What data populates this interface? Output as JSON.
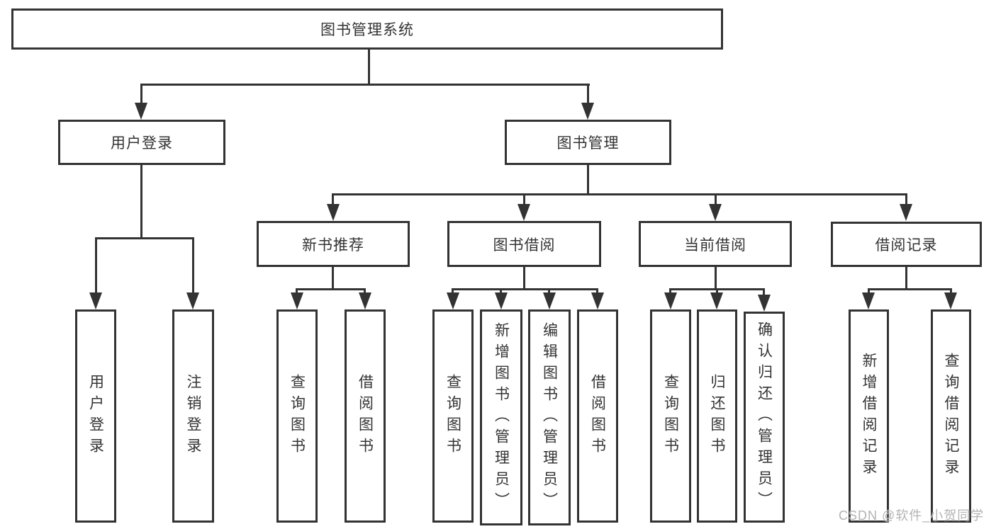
{
  "tree": {
    "root": "图书管理系统",
    "branches": [
      {
        "label": "用户登录",
        "children": [
          "用户登录",
          "注销登录"
        ]
      },
      {
        "label": "图书管理",
        "groups": [
          {
            "label": "新书推荐",
            "children": [
              "查询图书",
              "借阅图书"
            ]
          },
          {
            "label": "图书借阅",
            "children": [
              "查询图书",
              "新增图书（管理员）",
              "编辑图书（管理员）",
              "借阅图书"
            ]
          },
          {
            "label": "当前借阅",
            "children": [
              "查询图书",
              "归还图书",
              "确认归还（管理员）"
            ]
          },
          {
            "label": "借阅记录",
            "children": [
              "新增借阅记录",
              "查询借阅记录"
            ]
          }
        ]
      }
    ]
  },
  "watermark": "CSDN @软件_小贺同学",
  "colors": {
    "background": "#ffffff",
    "line": "#333333",
    "text": "#333333",
    "watermark": "#b3b3b3"
  }
}
